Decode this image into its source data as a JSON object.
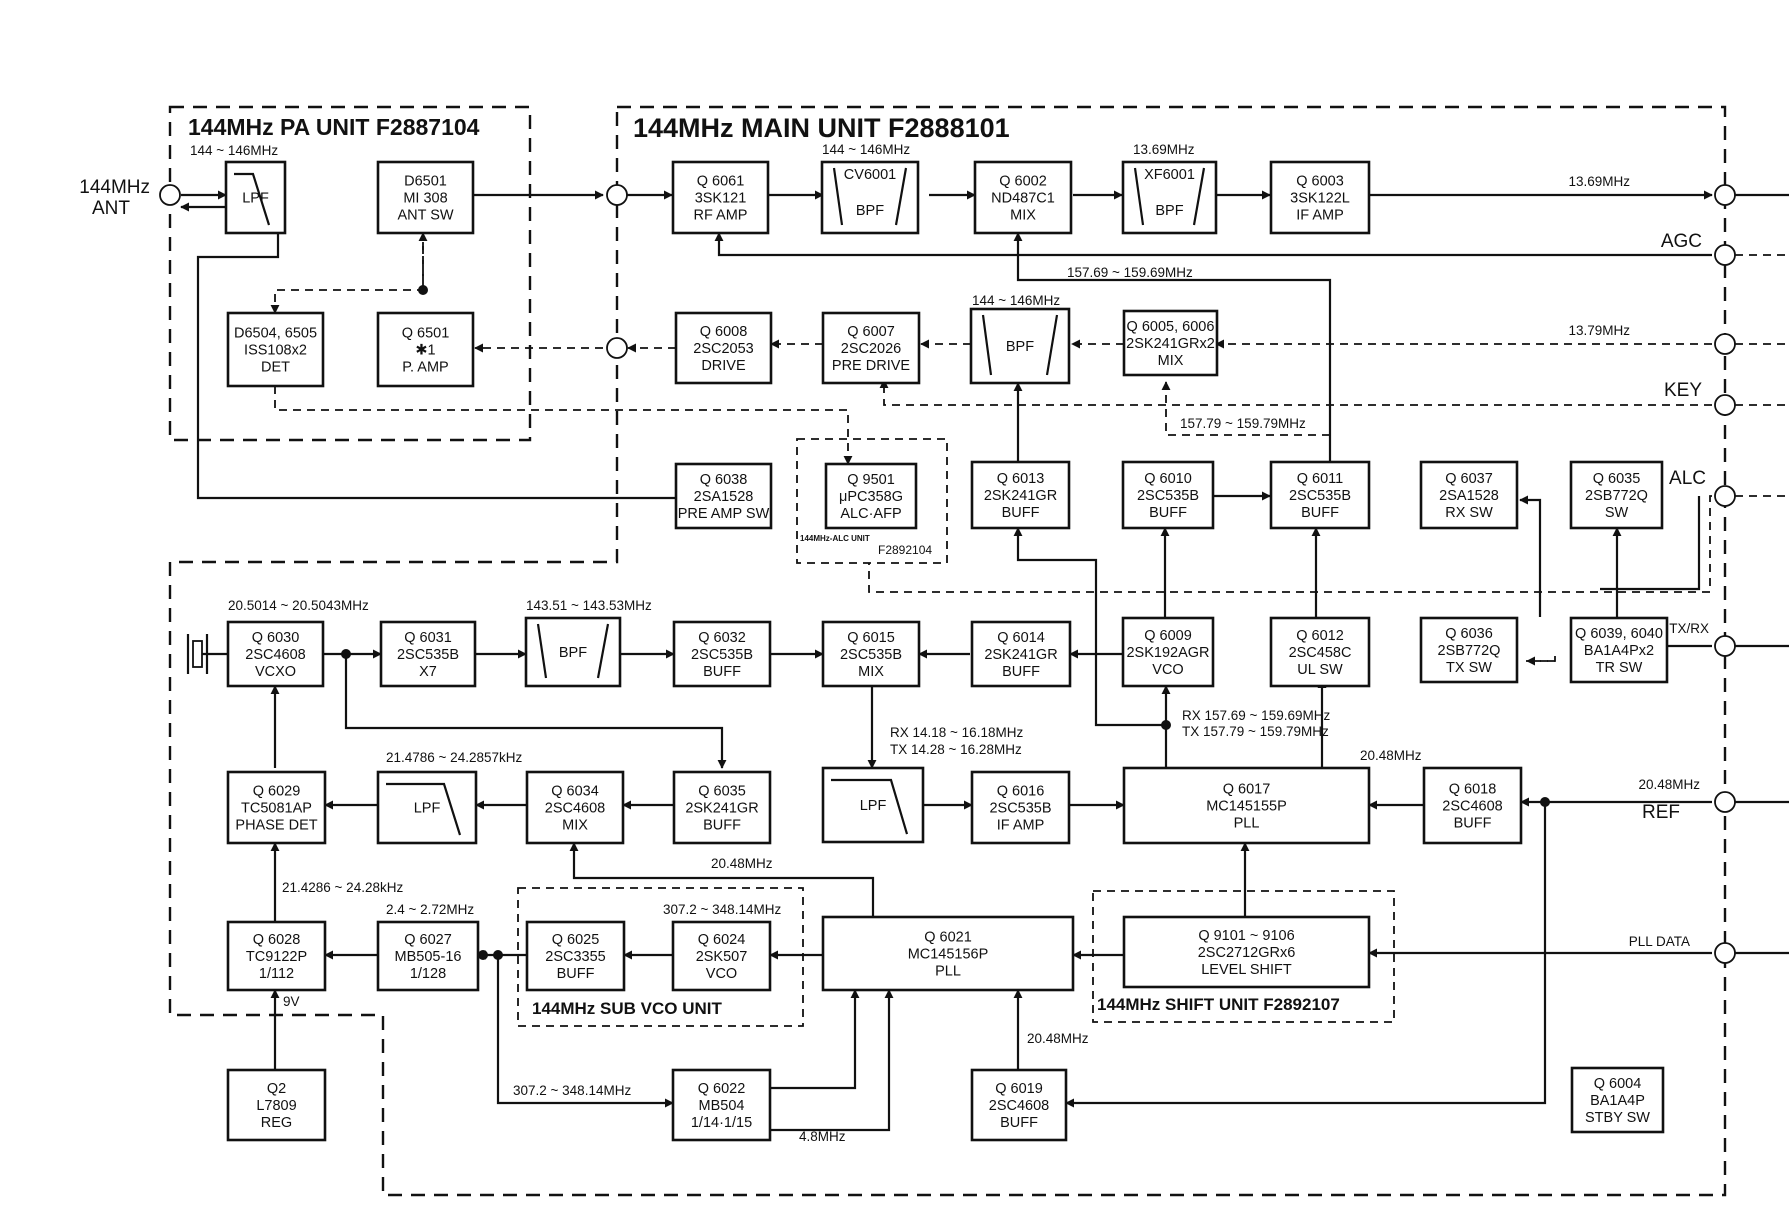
{
  "units": [
    {
      "id": "pa",
      "title": "144MHz PA UNIT F2887104"
    },
    {
      "id": "main",
      "title": "144MHz MAIN UNIT F2888101"
    },
    {
      "id": "alc",
      "title": "144MHz-ALC UNIT",
      "code": "F2892104"
    },
    {
      "id": "subvco",
      "title": "144MHz SUB VCO UNIT"
    },
    {
      "id": "shift",
      "title": "144MHz SHIFT UNIT F2892107"
    }
  ],
  "blocks": [
    {
      "id": "lpf_pa",
      "lines": [
        "LPF"
      ]
    },
    {
      "id": "d6501",
      "lines": [
        "D6501",
        "MI 308",
        "ANT SW"
      ]
    },
    {
      "id": "d6504",
      "lines": [
        "D6504, 6505",
        "ISS108x2",
        "DET"
      ]
    },
    {
      "id": "q6501",
      "lines": [
        "Q 6501",
        "✱1",
        "P. AMP"
      ]
    },
    {
      "id": "q6061",
      "lines": [
        "Q 6061",
        "3SK121",
        "RF AMP"
      ]
    },
    {
      "id": "cv6001",
      "lines": [
        "CV6001",
        "BPF"
      ]
    },
    {
      "id": "q6002",
      "lines": [
        "Q 6002",
        "ND487C1",
        "MIX"
      ]
    },
    {
      "id": "xf6001",
      "lines": [
        "XF6001",
        "BPF"
      ]
    },
    {
      "id": "q6003",
      "lines": [
        "Q 6003",
        "3SK122L",
        "IF AMP"
      ]
    },
    {
      "id": "q6008",
      "lines": [
        "Q 6008",
        "2SC2053",
        "DRIVE"
      ]
    },
    {
      "id": "q6007",
      "lines": [
        "Q 6007",
        "2SC2026",
        "PRE DRIVE"
      ]
    },
    {
      "id": "bpf_tx",
      "lines": [
        "BPF"
      ]
    },
    {
      "id": "q6005",
      "lines": [
        "Q 6005, 6006",
        "2SK241GRx2",
        "MIX"
      ]
    },
    {
      "id": "q6038",
      "lines": [
        "Q 6038",
        "2SA1528",
        "PRE AMP SW"
      ]
    },
    {
      "id": "q9501",
      "lines": [
        "Q 9501",
        "μPC358G",
        "ALC·AFP"
      ]
    },
    {
      "id": "q6013",
      "lines": [
        "Q 6013",
        "2SK241GR",
        "BUFF"
      ]
    },
    {
      "id": "q6010",
      "lines": [
        "Q 6010",
        "2SC535B",
        "BUFF"
      ]
    },
    {
      "id": "q6011",
      "lines": [
        "Q 6011",
        "2SC535B",
        "BUFF"
      ]
    },
    {
      "id": "q6037",
      "lines": [
        "Q 6037",
        "2SA1528",
        "RX SW"
      ]
    },
    {
      "id": "q6035b",
      "lines": [
        "Q 6035",
        "2SB772Q",
        "SW"
      ]
    },
    {
      "id": "q6030",
      "lines": [
        "Q 6030",
        "2SC4608",
        "VCXO"
      ]
    },
    {
      "id": "q6031",
      "lines": [
        "Q 6031",
        "2SC535B",
        "X7"
      ]
    },
    {
      "id": "bpf_x7",
      "lines": [
        "BPF"
      ]
    },
    {
      "id": "q6032",
      "lines": [
        "Q 6032",
        "2SC535B",
        "BUFF"
      ]
    },
    {
      "id": "q6015",
      "lines": [
        "Q 6015",
        "2SC535B",
        "MIX"
      ]
    },
    {
      "id": "q6014",
      "lines": [
        "Q 6014",
        "2SK241GR",
        "BUFF"
      ]
    },
    {
      "id": "q6009",
      "lines": [
        "Q 6009",
        "2SK192AGR",
        "VCO"
      ]
    },
    {
      "id": "q6012",
      "lines": [
        "Q 6012",
        "2SC458C",
        "UL SW"
      ]
    },
    {
      "id": "q6036",
      "lines": [
        "Q 6036",
        "2SB772Q",
        "TX SW"
      ]
    },
    {
      "id": "q6039",
      "lines": [
        "Q 6039, 6040",
        "BA1A4Px2",
        "TR SW"
      ]
    },
    {
      "id": "q6029",
      "lines": [
        "Q 6029",
        "TC5081AP",
        "PHASE DET"
      ]
    },
    {
      "id": "lpf_pd",
      "lines": [
        "LPF"
      ]
    },
    {
      "id": "q6034",
      "lines": [
        "Q 6034",
        "2SC4608",
        "MIX"
      ]
    },
    {
      "id": "q6035",
      "lines": [
        "Q 6035",
        "2SK241GR",
        "BUFF"
      ]
    },
    {
      "id": "lpf_if",
      "lines": [
        "LPF"
      ]
    },
    {
      "id": "q6016",
      "lines": [
        "Q 6016",
        "2SC535B",
        "IF AMP"
      ]
    },
    {
      "id": "q6017",
      "lines": [
        "Q 6017",
        "MC145155P",
        "PLL"
      ]
    },
    {
      "id": "q6018",
      "lines": [
        "Q 6018",
        "2SC4608",
        "BUFF"
      ]
    },
    {
      "id": "q6028",
      "lines": [
        "Q 6028",
        "TC9122P",
        "1/112"
      ]
    },
    {
      "id": "q6027",
      "lines": [
        "Q 6027",
        "MB505-16",
        "1/128"
      ]
    },
    {
      "id": "q6025",
      "lines": [
        "Q 6025",
        "2SC3355",
        "BUFF"
      ]
    },
    {
      "id": "q6024",
      "lines": [
        "Q 6024",
        "2SK507",
        "VCO"
      ]
    },
    {
      "id": "q6021",
      "lines": [
        "Q 6021",
        "MC145156P",
        "PLL"
      ]
    },
    {
      "id": "q9101",
      "lines": [
        "Q 9101 ~ 9106",
        "2SC2712GRx6",
        "LEVEL SHIFT"
      ]
    },
    {
      "id": "q2",
      "lines": [
        "Q2",
        "L7809",
        "REG"
      ]
    },
    {
      "id": "q6022",
      "lines": [
        "Q 6022",
        "MB504",
        "1/14·1/15"
      ]
    },
    {
      "id": "q6019",
      "lines": [
        "Q 6019",
        "2SC4608",
        "BUFF"
      ]
    },
    {
      "id": "q6004",
      "lines": [
        "Q 6004",
        "BA1A4P",
        "STBY SW"
      ]
    }
  ],
  "ports": {
    "ant": [
      "144MHz",
      "ANT"
    ],
    "if_out": "13.69MHz",
    "agc": "AGC",
    "tx_in": "13.79MHz",
    "key": "KEY",
    "alc": "ALC",
    "txrx": "TX/RX",
    "ref": [
      "20.48MHz",
      "REF"
    ],
    "pll_data": "PLL DATA"
  },
  "labels": [
    {
      "id": "f_pa_lpf",
      "text": "144 ~ 146MHz"
    },
    {
      "id": "f_cv",
      "text": "144 ~ 146MHz"
    },
    {
      "id": "f_xf",
      "text": "13.69MHz"
    },
    {
      "id": "f_lo",
      "text": "157.69 ~ 159.69MHz"
    },
    {
      "id": "f_txbpf",
      "text": "144 ~ 146MHz"
    },
    {
      "id": "f_txlo",
      "text": "157.79 ~ 159.79MHz"
    },
    {
      "id": "f_vcxo",
      "text": "20.5014 ~ 20.5043MHz"
    },
    {
      "id": "f_x7",
      "text": "143.51 ~ 143.53MHz"
    },
    {
      "id": "f_rx_if",
      "text": "RX 14.18 ~ 16.18MHz"
    },
    {
      "id": "f_tx_if",
      "text": "TX 14.28 ~ 16.28MHz"
    },
    {
      "id": "f_rx_vco",
      "text": "RX 157.69 ~ 159.69MHz"
    },
    {
      "id": "f_tx_vco",
      "text": "TX 157.79 ~ 159.79MHz"
    },
    {
      "id": "f_ref_in",
      "text": "20.48MHz"
    },
    {
      "id": "f_pd_lpf",
      "text": "21.4786 ~ 24.2857kHz"
    },
    {
      "id": "f_pd_in",
      "text": "21.4286 ~ 24.28kHz"
    },
    {
      "id": "f_div",
      "text": "2.4 ~ 2.72MHz"
    },
    {
      "id": "f_sub",
      "text": "307.2 ~ 348.14MHz"
    },
    {
      "id": "f_sub2",
      "text": "307.2 ~ 348.14MHz"
    },
    {
      "id": "f_ref2",
      "text": "20.48MHz"
    },
    {
      "id": "f_ref3",
      "text": "20.48MHz"
    },
    {
      "id": "f_48",
      "text": "4.8MHz"
    },
    {
      "id": "v9",
      "text": "9V"
    }
  ]
}
